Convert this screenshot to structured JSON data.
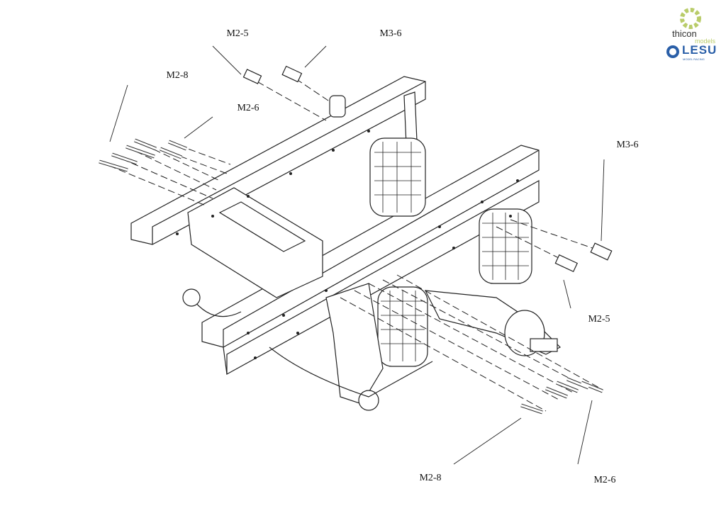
{
  "labels": {
    "top_m2_5": "M2-5",
    "top_m3_6": "M3-6",
    "left_m2_8": "M2-8",
    "left_m2_6": "M2-6",
    "right_m3_6": "M3-6",
    "right_m2_5": "M2-5",
    "bottom_m2_8": "M2-8",
    "bottom_m2_6": "M2-6"
  },
  "logo": {
    "brand1": "thicon",
    "brand1_sub": "models",
    "brand2": "LESU",
    "brand2_sub": "MODEL RACING",
    "colors": {
      "thicon_gear": "#b9cc6a",
      "lesu_blue": "#2a5fa8"
    }
  }
}
